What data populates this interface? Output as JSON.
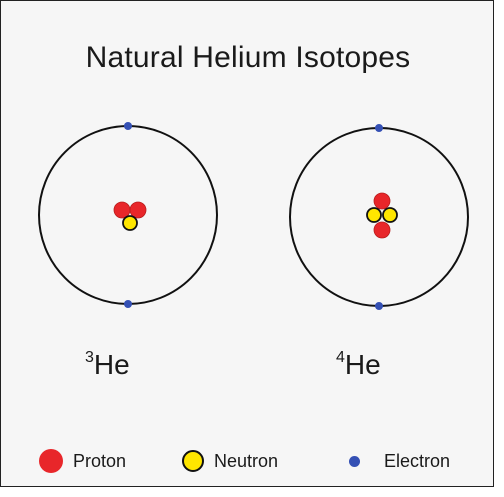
{
  "title": "Natural Helium Isotopes",
  "isotopes": [
    {
      "mass_number": "3",
      "symbol": "He",
      "protons": 2,
      "neutrons": 1,
      "electrons": 2
    },
    {
      "mass_number": "4",
      "symbol": "He",
      "protons": 2,
      "neutrons": 2,
      "electrons": 2
    }
  ],
  "legend": {
    "proton": "Proton",
    "neutron": "Neutron",
    "electron": "Electron"
  },
  "colors": {
    "proton": "#e8262a",
    "neutron": "#ffe600",
    "electron": "#3450b4",
    "orbit": "#111111"
  }
}
